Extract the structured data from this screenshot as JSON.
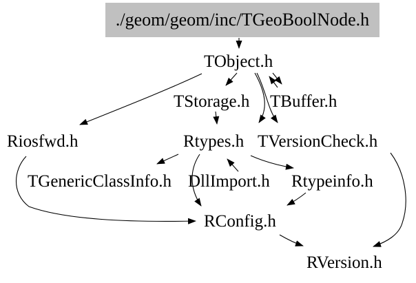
{
  "diagram": {
    "title_node": {
      "label": "./geom/geom/inc/TGeoBoolNode.h",
      "bg_color": "#c0c0c0"
    },
    "nodes": {
      "tobject": {
        "label": "TObject.h"
      },
      "tstorage": {
        "label": "TStorage.h"
      },
      "tbuffer": {
        "label": "TBuffer.h"
      },
      "riosfwd": {
        "label": "Riosfwd.h"
      },
      "rtypes": {
        "label": "Rtypes.h"
      },
      "tversioncheck": {
        "label": "TVersionCheck.h"
      },
      "tgenericclassinfo": {
        "label": "TGenericClassInfo.h"
      },
      "dllimport": {
        "label": "DllImport.h"
      },
      "rtypeinfo": {
        "label": "Rtypeinfo.h"
      },
      "rconfig": {
        "label": "RConfig.h"
      },
      "rversion": {
        "label": "RVersion.h"
      }
    },
    "edges": [
      {
        "from": "./geom/geom/inc/TGeoBoolNode.h",
        "to": "TObject.h"
      },
      {
        "from": "TObject.h",
        "to": "Riosfwd.h"
      },
      {
        "from": "TObject.h",
        "to": "TStorage.h"
      },
      {
        "from": "TObject.h",
        "to": "TBuffer.h"
      },
      {
        "from": "TBuffer.h",
        "to": "TObject.h"
      },
      {
        "from": "TObject.h",
        "to": "Rtypes.h"
      },
      {
        "from": "TObject.h",
        "to": "TVersionCheck.h"
      },
      {
        "from": "TStorage.h",
        "to": "Rtypes.h"
      },
      {
        "from": "Rtypes.h",
        "to": "TGenericClassInfo.h"
      },
      {
        "from": "DllImport.h",
        "to": "Rtypes.h"
      },
      {
        "from": "Rtypes.h",
        "to": "Rtypeinfo.h"
      },
      {
        "from": "Rtypes.h",
        "to": "RConfig.h"
      },
      {
        "from": "Rtypeinfo.h",
        "to": "RConfig.h"
      },
      {
        "from": "Riosfwd.h",
        "to": "RConfig.h"
      },
      {
        "from": "RConfig.h",
        "to": "RVersion.h"
      },
      {
        "from": "TVersionCheck.h",
        "to": "RVersion.h"
      }
    ],
    "colors": {
      "edge": "#000000",
      "text": "#000000",
      "background": "#ffffff"
    }
  }
}
